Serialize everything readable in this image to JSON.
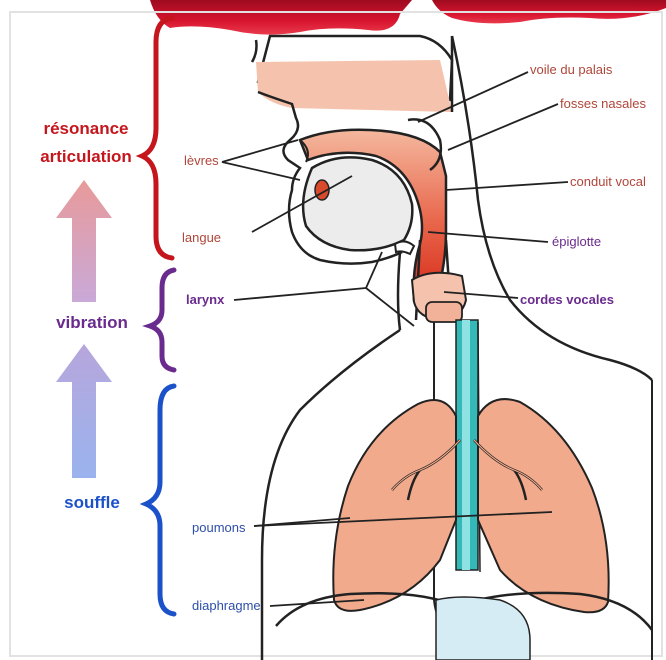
{
  "colors": {
    "resonance": "#c4161c",
    "vibration": "#6a2b8e",
    "souffle": "#1c52c9",
    "anatomy_label": "#b0463a",
    "larynx_label": "#6a2b8e",
    "lung_label": "#2d4fa8",
    "tissue": "#f2aa8c",
    "tract_dark": "#d9301e",
    "trachea": "#34b8b8",
    "banner": "#c8102e"
  },
  "stages": {
    "resonance": "résonance",
    "articulation": "articulation",
    "vibration": "vibration",
    "souffle": "souffle"
  },
  "labels": {
    "voile_du_palais": "voile du palais",
    "fosses_nasales": "fosses nasales",
    "levres": "lèvres",
    "conduit_vocal": "conduit vocal",
    "langue": "langue",
    "epiglotte": "épiglotte",
    "larynx": "larynx",
    "cordes_vocales": "cordes vocales",
    "poumons": "poumons",
    "diaphragme": "diaphragme"
  }
}
